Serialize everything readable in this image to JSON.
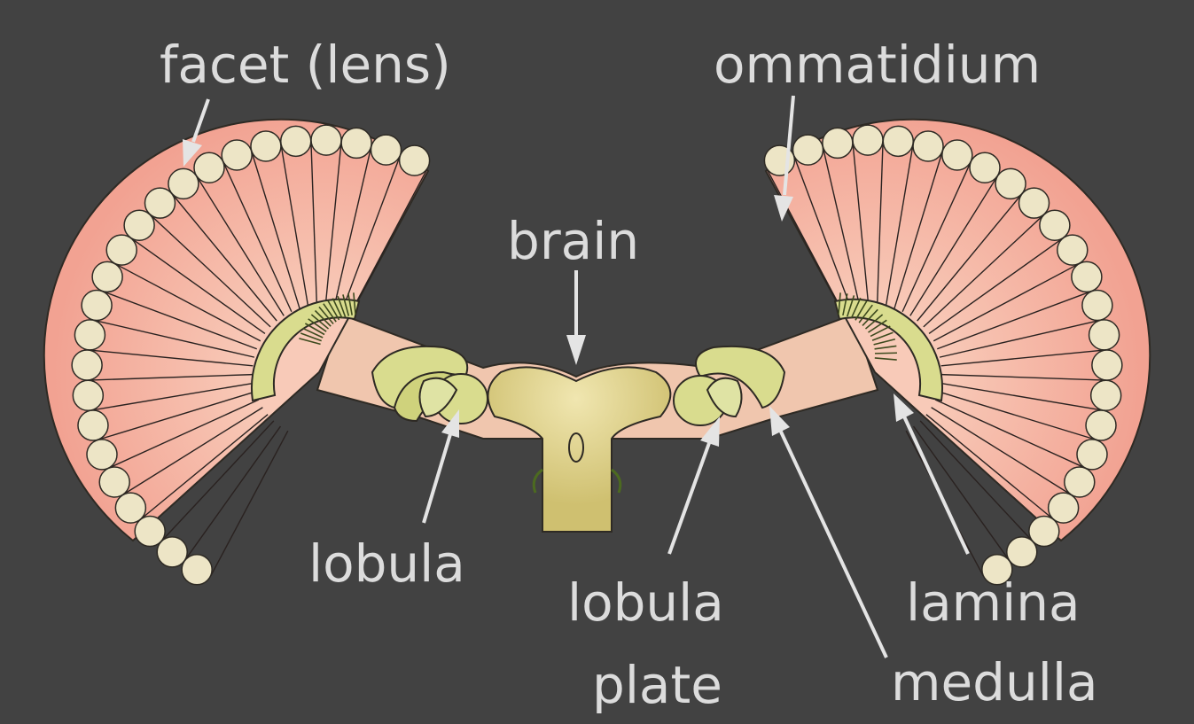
{
  "diagram": {
    "colors": {
      "background": "#424242",
      "ommatidia_fill": "#f2a898",
      "ommatidia_fill_light": "#f8cab8",
      "facet_fill": "#ede5c6",
      "neuropil_green": "#d9dc8e",
      "tissue_fill": "#f0c6ae",
      "brain_fill": "#d8cc7e",
      "label_color": "#dcdcdc"
    },
    "labels": {
      "facet": "facet (lens)",
      "ommatidium": "ommatidium",
      "brain": "brain",
      "lobula": "lobula",
      "lobula_plate_line1": "lobula",
      "lobula_plate_line2": "plate",
      "lamina": "lamina",
      "medulla": "medulla"
    }
  }
}
